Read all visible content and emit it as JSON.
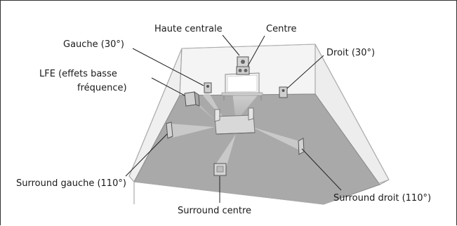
{
  "labels": {
    "haute_centrale": "Haute centrale",
    "centre": "Centre",
    "gauche": "Gauche (30°)",
    "droit": "Droit (30°)",
    "lfe_line1": "LFE (effets basse",
    "lfe_line2": "fréquence)",
    "surround_gauche": "Surround gauche (110°)",
    "surround_droit": "Surround droit (110°)",
    "surround_centre": "Surround centre"
  },
  "colors": {
    "floor": "#a9a9a9",
    "wall": "#f3f3f3",
    "wall_edge": "#9a9a9a",
    "beam": "#d6d6d6",
    "speaker": "#cfcfcf",
    "speaker_dark": "#555555",
    "leader": "#222222"
  }
}
